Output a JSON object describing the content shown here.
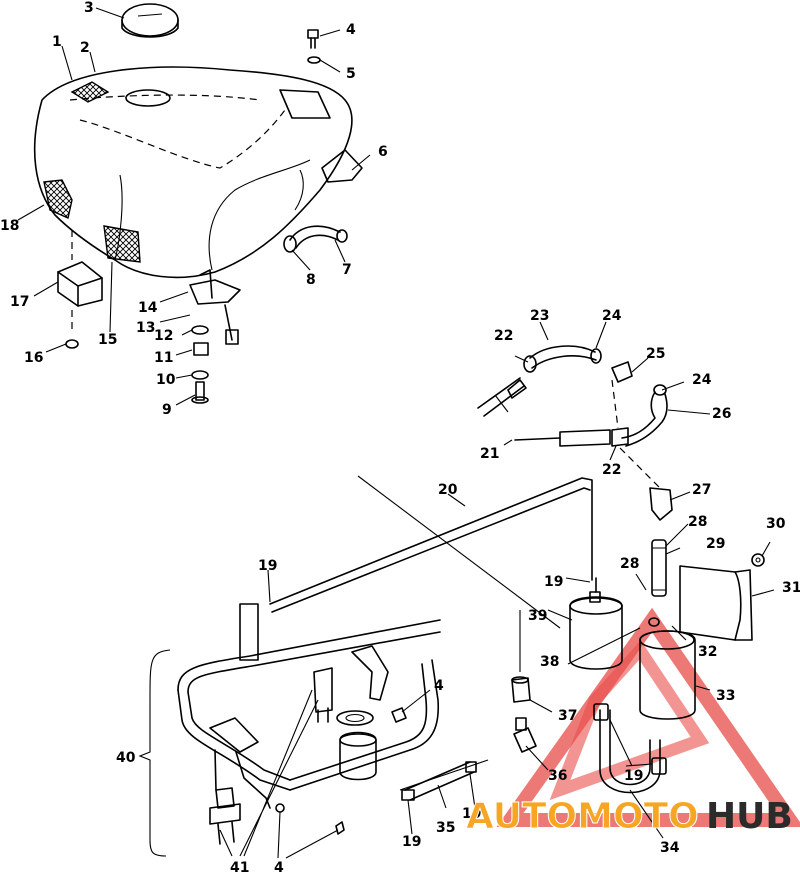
{
  "callouts": [
    {
      "id": "c1",
      "label": "1"
    },
    {
      "id": "c2",
      "label": "2"
    },
    {
      "id": "c3",
      "label": "3"
    },
    {
      "id": "c4a",
      "label": "4"
    },
    {
      "id": "c5",
      "label": "5"
    },
    {
      "id": "c6",
      "label": "6"
    },
    {
      "id": "c7",
      "label": "7"
    },
    {
      "id": "c8",
      "label": "8"
    },
    {
      "id": "c9",
      "label": "9"
    },
    {
      "id": "c10",
      "label": "10"
    },
    {
      "id": "c11",
      "label": "11"
    },
    {
      "id": "c12",
      "label": "12"
    },
    {
      "id": "c13",
      "label": "13"
    },
    {
      "id": "c14",
      "label": "14"
    },
    {
      "id": "c15",
      "label": "15"
    },
    {
      "id": "c16",
      "label": "16"
    },
    {
      "id": "c17",
      "label": "17"
    },
    {
      "id": "c18",
      "label": "18"
    },
    {
      "id": "c19a",
      "label": "19"
    },
    {
      "id": "c19b",
      "label": "19"
    },
    {
      "id": "c19c",
      "label": "19"
    },
    {
      "id": "c19d",
      "label": "19"
    },
    {
      "id": "c19e",
      "label": "19"
    },
    {
      "id": "c20",
      "label": "20"
    },
    {
      "id": "c21",
      "label": "21"
    },
    {
      "id": "c22a",
      "label": "22"
    },
    {
      "id": "c22b",
      "label": "22"
    },
    {
      "id": "c23",
      "label": "23"
    },
    {
      "id": "c24a",
      "label": "24"
    },
    {
      "id": "c24b",
      "label": "24"
    },
    {
      "id": "c25",
      "label": "25"
    },
    {
      "id": "c26",
      "label": "26"
    },
    {
      "id": "c27",
      "label": "27"
    },
    {
      "id": "c28a",
      "label": "28"
    },
    {
      "id": "c28b",
      "label": "28"
    },
    {
      "id": "c29",
      "label": "29"
    },
    {
      "id": "c30",
      "label": "30"
    },
    {
      "id": "c31",
      "label": "31"
    },
    {
      "id": "c32",
      "label": "32"
    },
    {
      "id": "c33",
      "label": "33"
    },
    {
      "id": "c34",
      "label": "34"
    },
    {
      "id": "c35",
      "label": "35"
    },
    {
      "id": "c36",
      "label": "36"
    },
    {
      "id": "c37",
      "label": "37"
    },
    {
      "id": "c38",
      "label": "38"
    },
    {
      "id": "c39",
      "label": "39"
    },
    {
      "id": "c40",
      "label": "40"
    },
    {
      "id": "c41",
      "label": "41"
    },
    {
      "id": "c4b",
      "label": "4"
    },
    {
      "id": "c4c",
      "label": "4"
    }
  ],
  "watermark": {
    "brand_part1": "AUTOMOTO",
    "brand_part2": "HUB",
    "color_primary": "#e53935",
    "color_secondary": "#f6a623",
    "color_dark": "#2b2b2b"
  }
}
